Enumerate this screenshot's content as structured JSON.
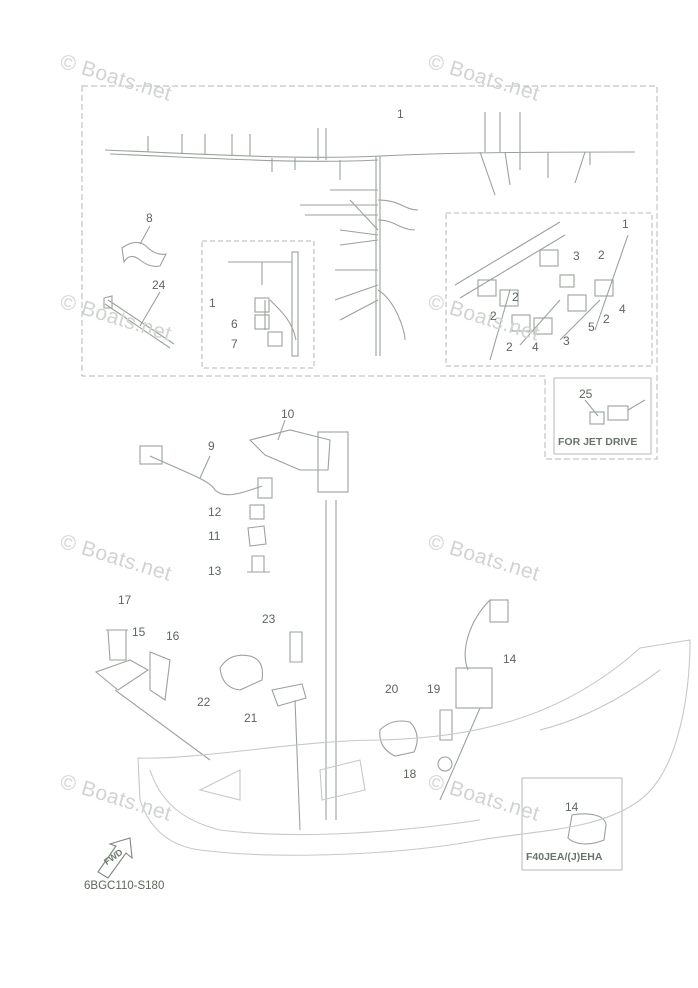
{
  "watermark": "© Boats.net",
  "callouts": [
    "1",
    "8",
    "24",
    "1",
    "6",
    "7",
    "1",
    "2",
    "3",
    "2",
    "4",
    "2",
    "5",
    "2",
    "3",
    "2",
    "4",
    "25",
    "10",
    "9",
    "12",
    "11",
    "13",
    "17",
    "15",
    "16",
    "23",
    "22",
    "21",
    "14",
    "20",
    "19",
    "18",
    "14"
  ],
  "box_titles": {
    "jet_drive": "FOR JET DRIVE",
    "variant": "F40JEA/(J)EHA"
  },
  "fwd_label": "FWD",
  "part_code": "6BGC110-S180",
  "colors": {
    "line": "#9aa39a",
    "dashed": "#b4bab4",
    "text": "#5c675c",
    "watermark": "#d0d4d0"
  }
}
